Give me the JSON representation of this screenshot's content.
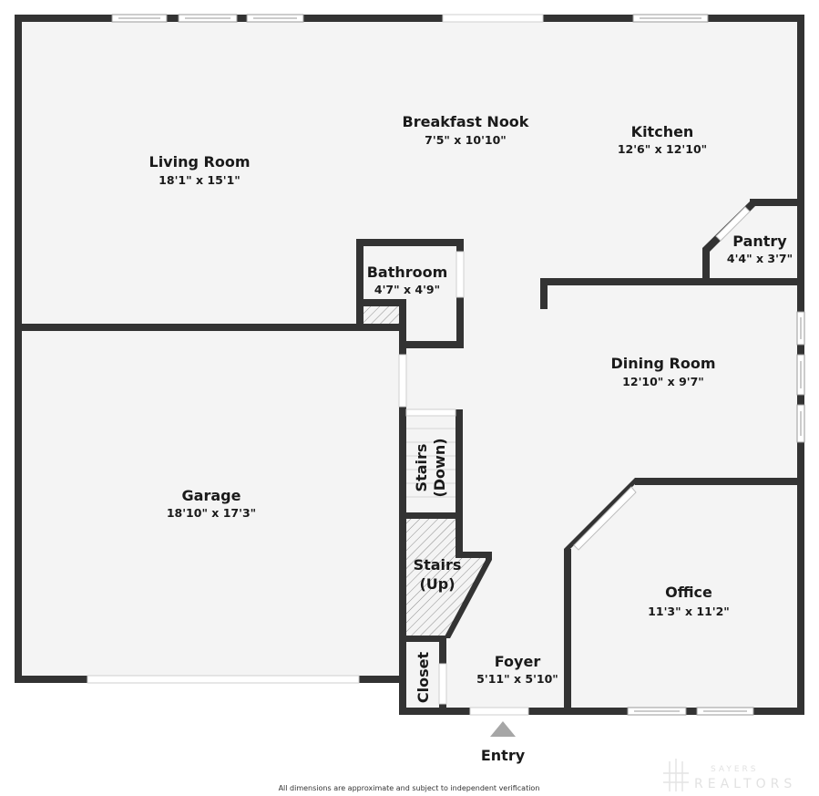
{
  "floor_plan": {
    "colors": {
      "wall": "#333333",
      "floor": "#f4f4f4",
      "background": "#ffffff",
      "window": "#ffffff",
      "entry_arrow": "#a6a6a6",
      "hatch": "#888888"
    },
    "rooms": [
      {
        "id": "living-room",
        "name": "Living Room",
        "dimensions": "18'1\" x 15'1\""
      },
      {
        "id": "breakfast-nook",
        "name": "Breakfast Nook",
        "dimensions": "7'5\" x 10'10\""
      },
      {
        "id": "kitchen",
        "name": "Kitchen",
        "dimensions": "12'6\" x 12'10\""
      },
      {
        "id": "pantry",
        "name": "Pantry",
        "dimensions": "4'4\" x 3'7\""
      },
      {
        "id": "bathroom",
        "name": "Bathroom",
        "dimensions": "4'7\" x 4'9\""
      },
      {
        "id": "dining-room",
        "name": "Dining Room",
        "dimensions": "12'10\" x 9'7\""
      },
      {
        "id": "garage",
        "name": "Garage",
        "dimensions": "18'10\" x 17'3\""
      },
      {
        "id": "office",
        "name": "Office",
        "dimensions": "11'3\" x 11'2\""
      },
      {
        "id": "foyer",
        "name": "Foyer",
        "dimensions": "5'11\" x 5'10\""
      }
    ],
    "stairs": [
      {
        "id": "stairs-down",
        "line1": "Stairs",
        "line2": "(Down)"
      },
      {
        "id": "stairs-up",
        "line1": "Stairs",
        "line2": "(Up)"
      }
    ],
    "closet": {
      "name": "Closet"
    },
    "entry": {
      "label": "Entry"
    },
    "disclaimer": "All dimensions are approximate and subject to independent verification",
    "watermark": {
      "line1": "SAYERS",
      "line2": "REALTORS"
    }
  }
}
